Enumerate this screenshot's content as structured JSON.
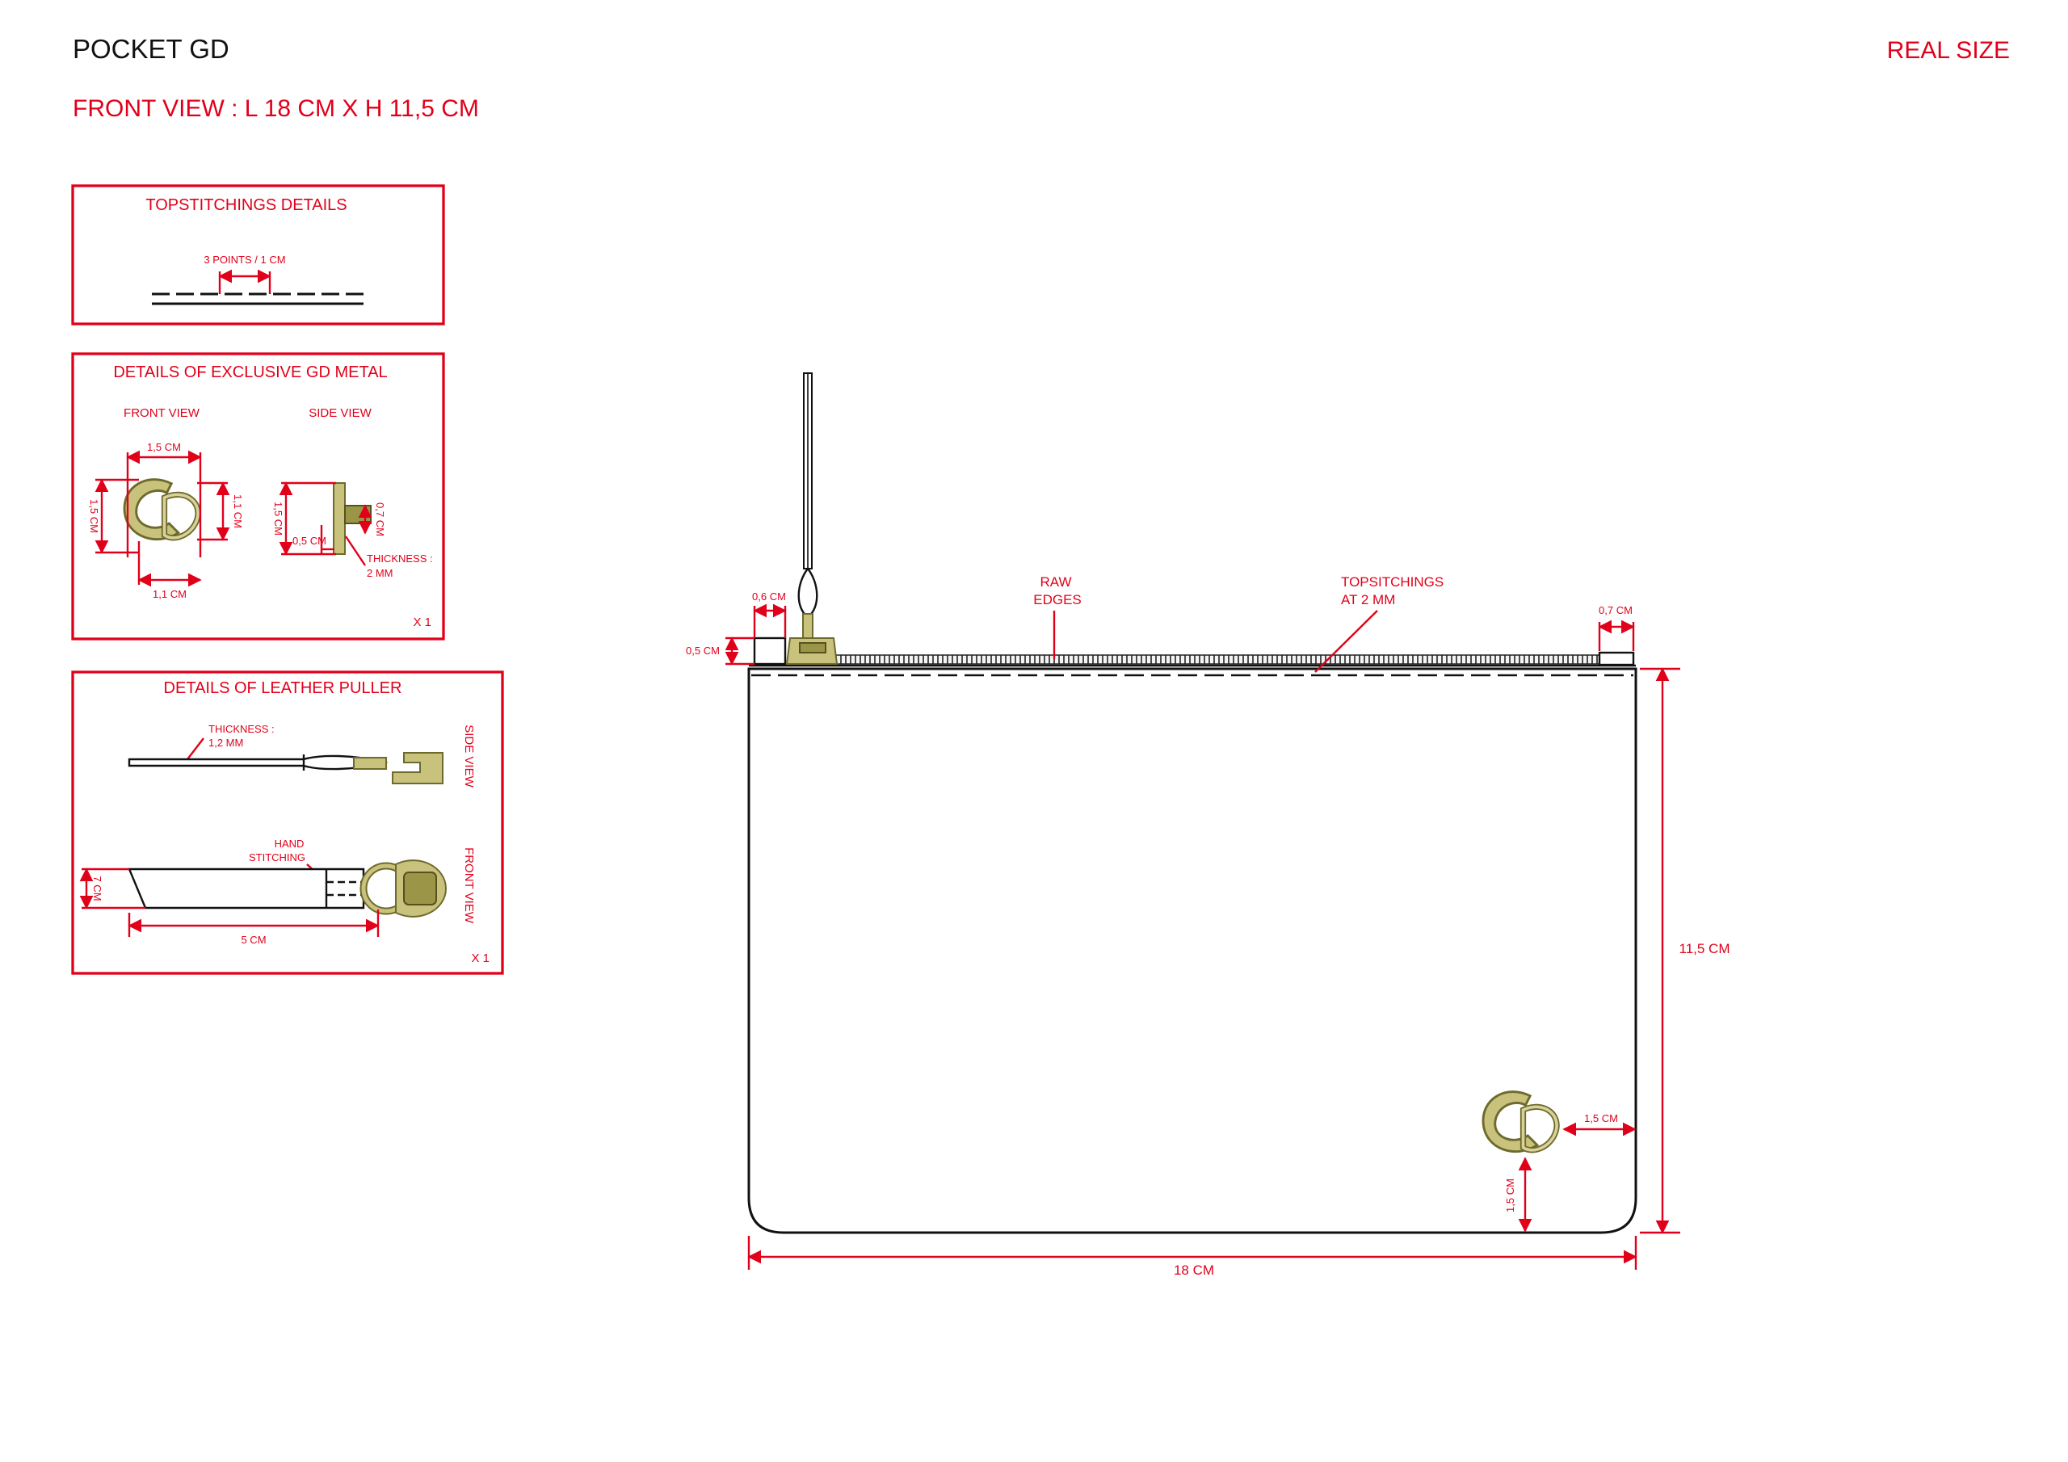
{
  "header": {
    "title": "POCKET GD",
    "subtitle": "FRONT VIEW : L 18 CM X H 11,5 CM",
    "real_size": "REAL SIZE"
  },
  "panels": {
    "topstitch": {
      "title": "TOPSTITCHINGS DETAILS",
      "spacing": "3 POINTS / 1 CM"
    },
    "metal": {
      "title": "DETAILS OF EXCLUSIVE GD METAL",
      "front_view": "FRONT VIEW",
      "side_view": "SIDE VIEW",
      "front_width": "1,5 CM",
      "front_height": "1,5 CM",
      "front_inner_height": "1,1 CM",
      "front_bottom_width": "1,1 CM",
      "side_height": "1,5 CM",
      "side_right_height": "0,7 CM",
      "side_depth": "0,5 CM",
      "thickness": "THICKNESS :",
      "thickness_value": "2 MM",
      "quantity": "X 1"
    },
    "puller": {
      "title": "DETAILS OF LEATHER PULLER",
      "thickness": "THICKNESS :",
      "thickness_value": "1,2 MM",
      "side_view": "SIDE VIEW",
      "front_view": "FRONT VIEW",
      "hand": "HAND",
      "stitching": "STITCHING",
      "width": "7 CM",
      "length": "5 CM",
      "quantity": "X 1"
    }
  },
  "main": {
    "raw_edges_1": "RAW",
    "raw_edges_2": "EDGES",
    "topstitchings_1": "TOPSITCHINGS",
    "topstitchings_2": "AT 2 MM",
    "tab_left_width": "0,6 CM",
    "tab_left_height": "0,5 CM",
    "tab_right_width": "0,7 CM",
    "height": "11,5  CM",
    "width": "18  CM",
    "logo_right_offset": "1,5 CM",
    "logo_bottom_offset": "1,5 CM"
  }
}
